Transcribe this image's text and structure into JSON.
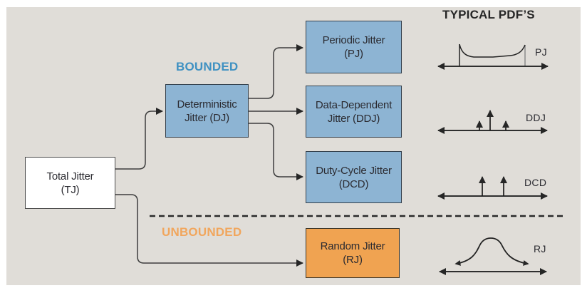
{
  "header": {
    "title": "TYPICAL PDF’S"
  },
  "groups": {
    "bounded": "BOUNDED",
    "unbounded": "UNBOUNDED"
  },
  "nodes": {
    "tj": {
      "line1": "Total Jitter",
      "line2": "(TJ)"
    },
    "dj": {
      "line1": "Deterministic",
      "line2": "Jitter (DJ)"
    },
    "pj": {
      "line1": "Periodic Jitter",
      "line2": "(PJ)"
    },
    "ddj": {
      "line1": "Data-Dependent",
      "line2": "Jitter (DDJ)"
    },
    "dcd": {
      "line1": "Duty-Cycle Jitter",
      "line2": "(DCD)"
    },
    "rj": {
      "line1": "Random Jitter",
      "line2": "(RJ)"
    }
  },
  "pdf_labels": {
    "pj": "PJ",
    "ddj": "DDJ",
    "dcd": "DCD",
    "rj": "RJ"
  },
  "edges": [
    {
      "from": "Total Jitter (TJ)",
      "to": "Deterministic Jitter (DJ)"
    },
    {
      "from": "Total Jitter (TJ)",
      "to": "Random Jitter (RJ)"
    },
    {
      "from": "Deterministic Jitter (DJ)",
      "to": "Periodic Jitter (PJ)"
    },
    {
      "from": "Deterministic Jitter (DJ)",
      "to": "Data-Dependent Jitter (DDJ)"
    },
    {
      "from": "Deterministic Jitter (DJ)",
      "to": "Duty-Cycle Jitter (DCD)"
    }
  ],
  "colors": {
    "panel-bg": "#e0ddd8",
    "blue-fill": "#8db4d3",
    "blue-border": "#34404c",
    "orange-fill": "#f0a351",
    "orange-border": "#3c3528",
    "bounded-text": "#3f91c2",
    "unbounded-text": "#f1a65d",
    "ink": "#2b2b31"
  }
}
